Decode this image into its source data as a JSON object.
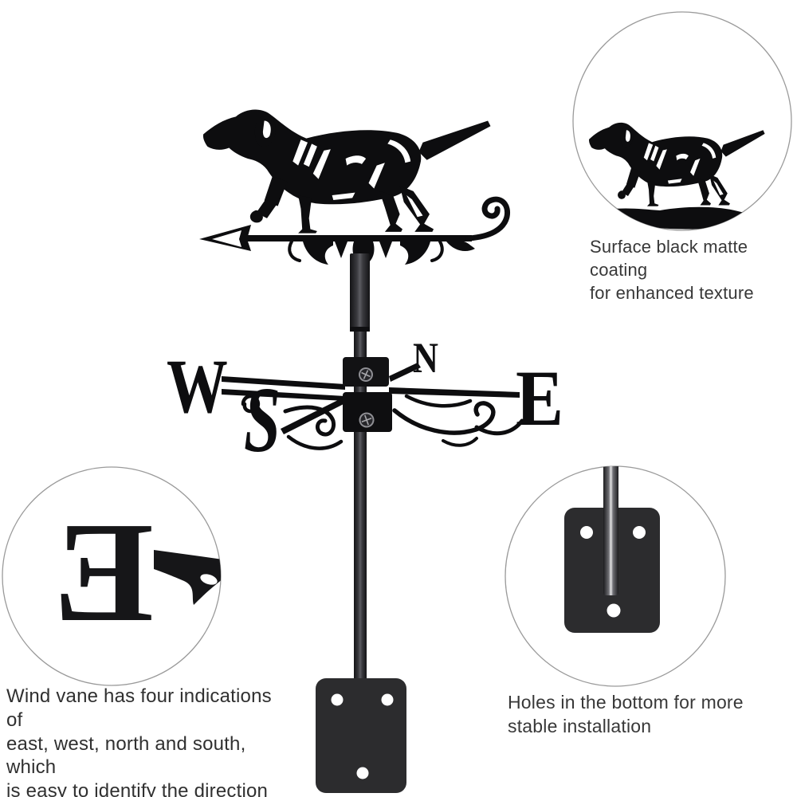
{
  "vane": {
    "letters": {
      "west": "W",
      "south": "S",
      "north": "N",
      "east": "E"
    }
  },
  "callouts": {
    "coating": {
      "text": "Surface black matte coating\nfor enhanced texture"
    },
    "directions": {
      "text": "Wind vane has four indications of\neast, west, north and south, which\nis easy to identify the direction"
    },
    "holes": {
      "text": "Holes in the bottom for more\nstable installation"
    },
    "letter_detail": "E"
  },
  "colors": {
    "metal": "#0d0d0f",
    "plate": "#2c2c2e",
    "caption_text": "#383838",
    "circle_border": "#9a9a9a"
  }
}
